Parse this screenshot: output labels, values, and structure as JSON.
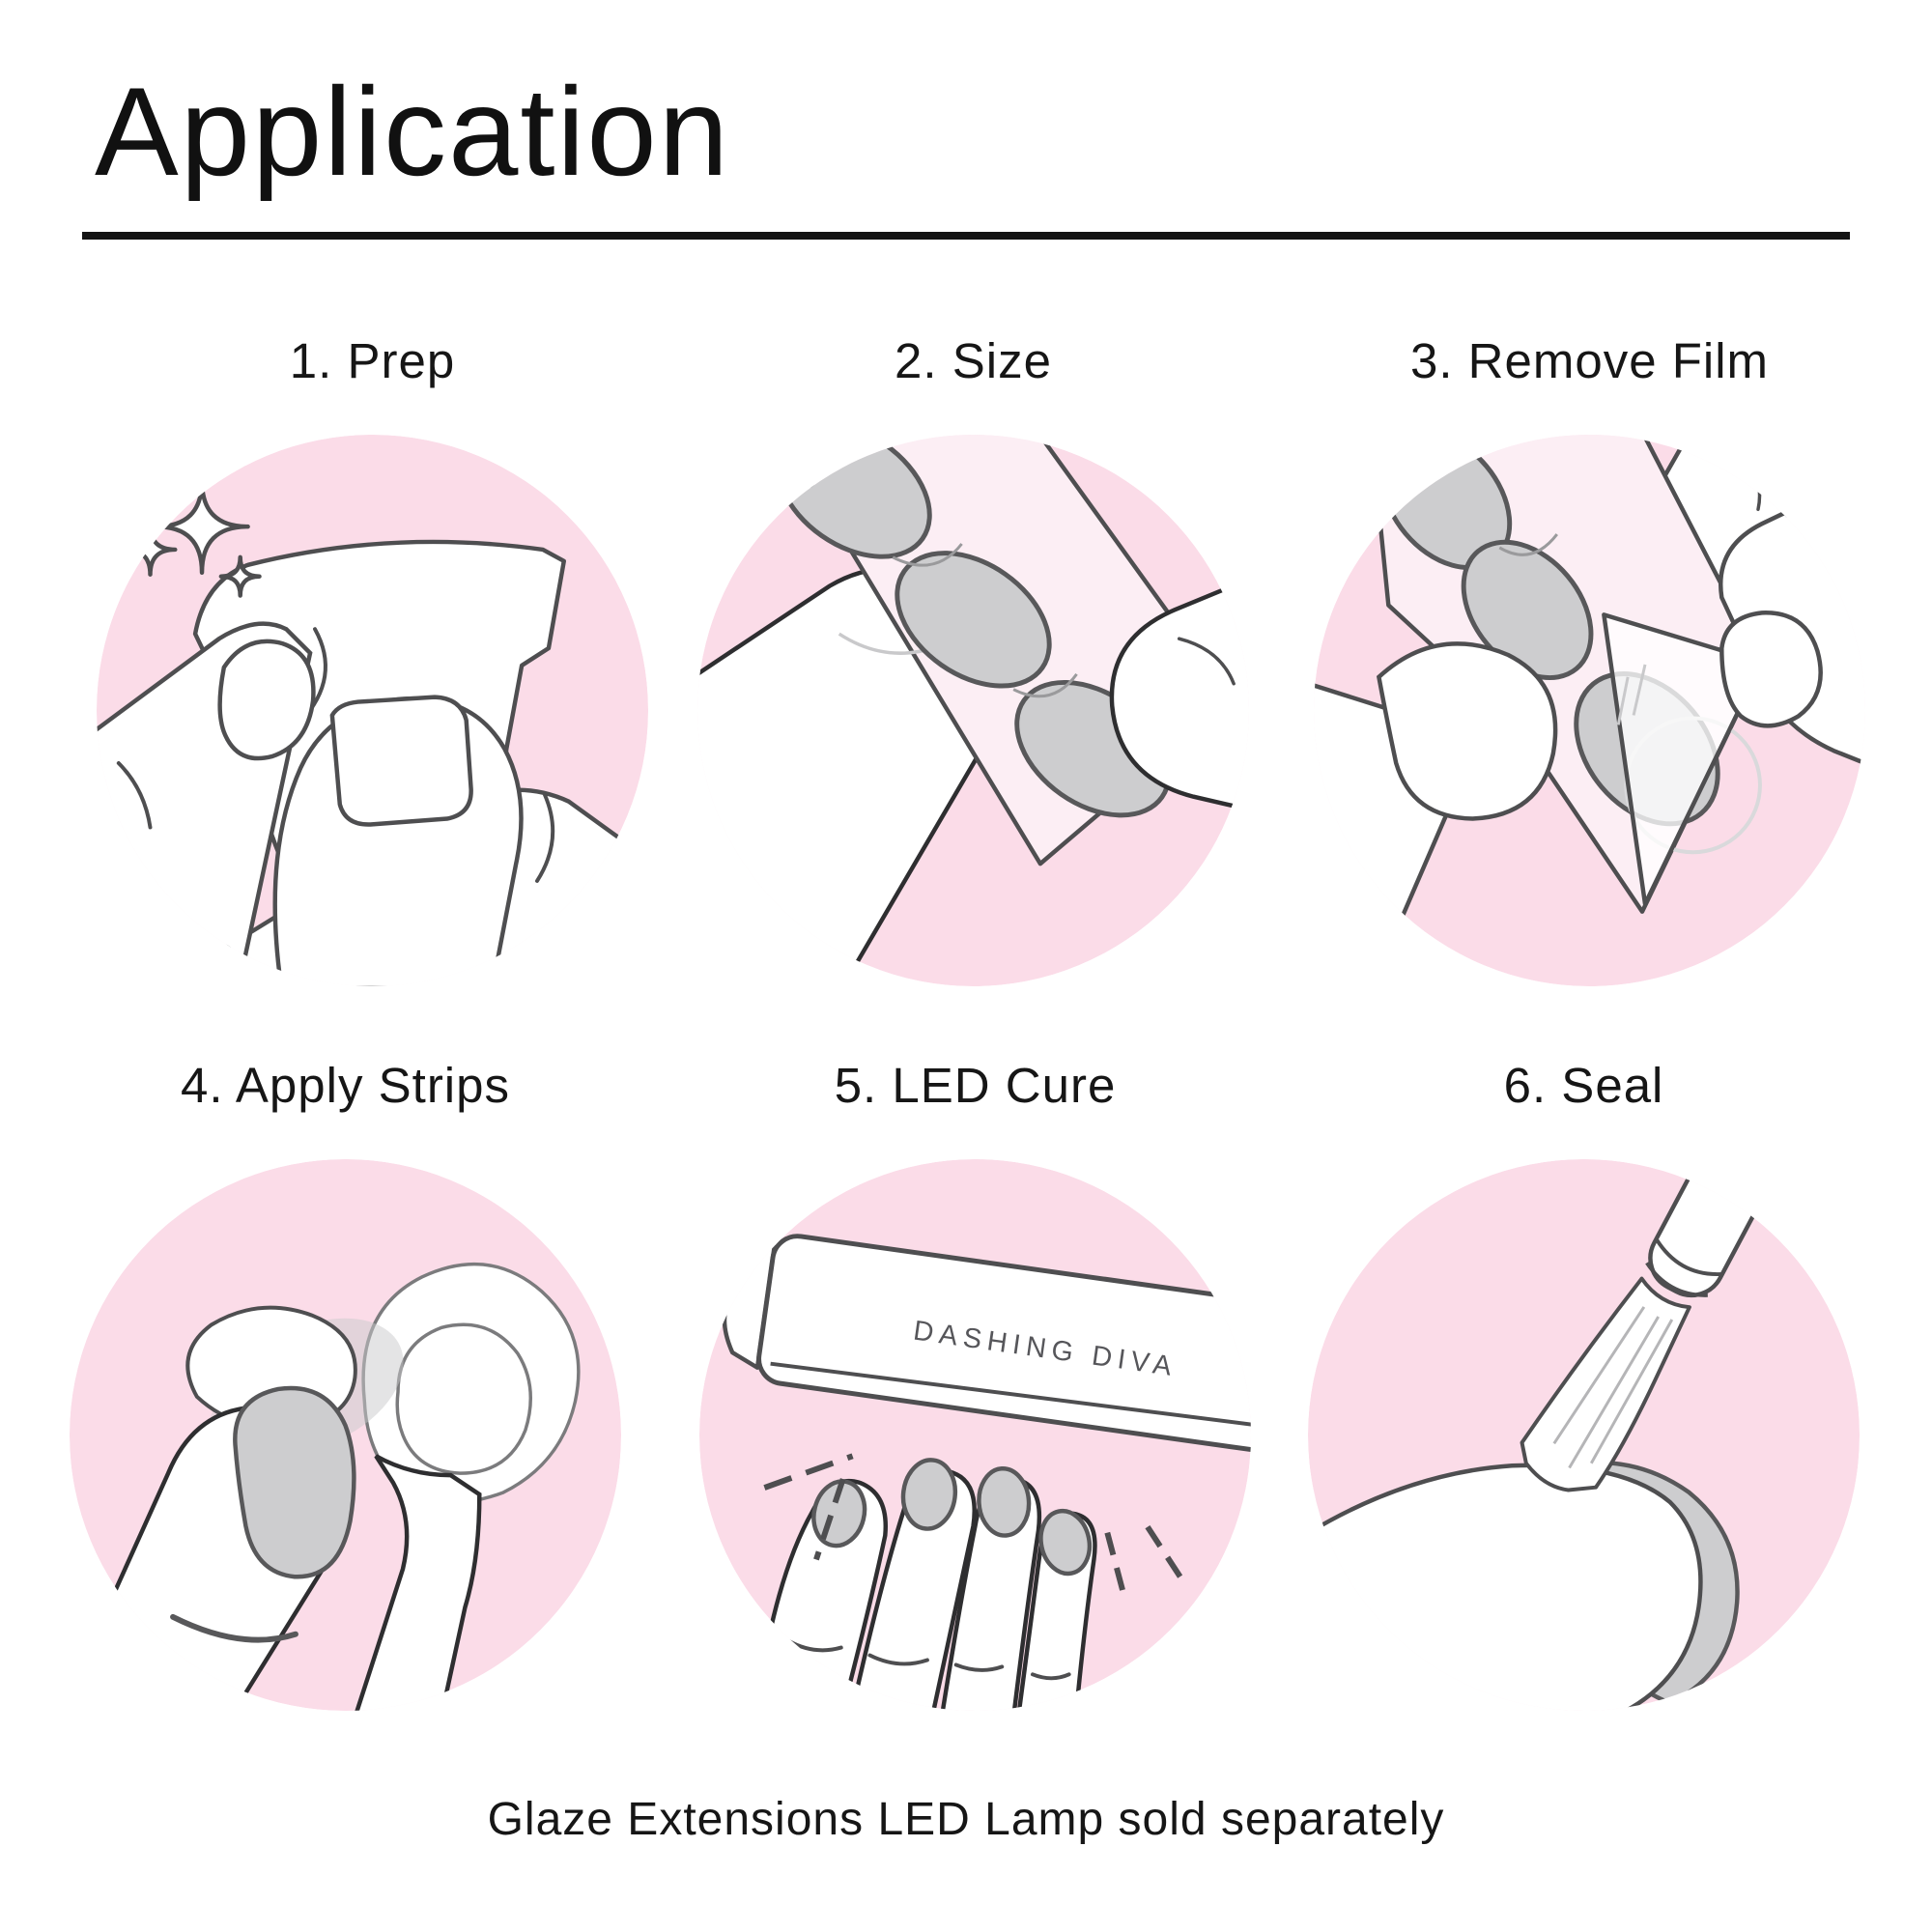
{
  "title": "Application",
  "steps": [
    {
      "label": "1. Prep"
    },
    {
      "label": "2. Size"
    },
    {
      "label": "3. Remove Film"
    },
    {
      "label": "4. Apply Strips"
    },
    {
      "label": "5. LED Cure"
    },
    {
      "label": "6. Seal"
    }
  ],
  "lamp_text": "DASHING DIVA",
  "footnote": "Glaze Extensions LED Lamp sold separately",
  "colors": {
    "circle_pink": "#FBDCE8",
    "sheet_pink": "#FCEEF4",
    "nail_gray": "#CDCDCF",
    "outline_gray": "#4E4E50",
    "text_black": "#161616"
  }
}
